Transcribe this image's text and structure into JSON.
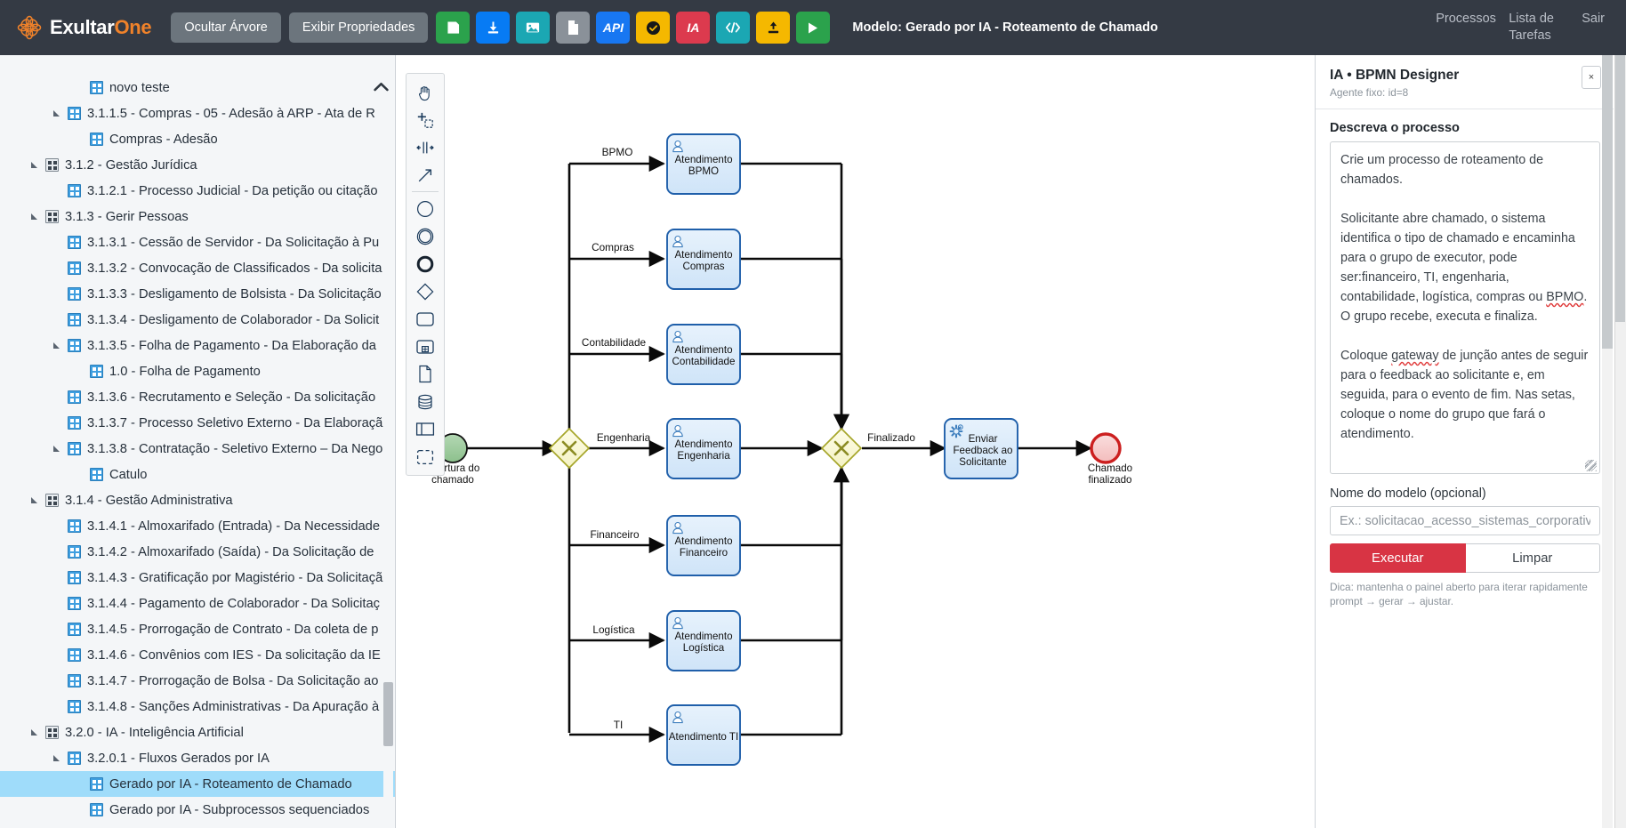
{
  "header": {
    "brand_name": "ExultarOne",
    "brand_name_part1": "Exultar",
    "brand_name_part2": "One",
    "brand_icon": "flower-logo-icon",
    "buttons": [
      {
        "label": "Ocultar Árvore",
        "name": "hide-tree-button"
      },
      {
        "label": "Exibir Propriedades",
        "name": "show-properties-button"
      }
    ],
    "icon_buttons": [
      {
        "name": "save-icon",
        "glyph": "floppy",
        "color": "#2ba24c",
        "label": ""
      },
      {
        "name": "download-icon",
        "glyph": "download",
        "color": "#077bf4",
        "label": ""
      },
      {
        "name": "export-image-icon",
        "glyph": "image",
        "color": "#1ba7b3",
        "label": ""
      },
      {
        "name": "document-icon",
        "glyph": "doc",
        "color": "#8a9199",
        "label": ""
      },
      {
        "name": "api-button",
        "glyph": "text",
        "color": "#1877f2",
        "label": "API"
      },
      {
        "name": "validate-icon",
        "glyph": "check-badge",
        "color": "#f5b800",
        "label": ""
      },
      {
        "name": "ia-button",
        "glyph": "text",
        "color": "#dc3a4e",
        "label": "IA"
      },
      {
        "name": "code-icon",
        "glyph": "code",
        "color": "#1ba7b3",
        "label": ""
      },
      {
        "name": "upload-icon",
        "glyph": "upload",
        "color": "#f5b800",
        "label": ""
      },
      {
        "name": "run-icon",
        "glyph": "play",
        "color": "#2ba24c",
        "label": ""
      }
    ],
    "model_title": "Modelo: Gerado por IA - Roteamento de Chamado",
    "nav": [
      {
        "label": "Processos",
        "name": "nav-processos"
      },
      {
        "label": "Lista de Tarefas",
        "name": "nav-lista-tarefas"
      },
      {
        "label": "Sair",
        "name": "nav-sair"
      }
    ]
  },
  "sidebar": {
    "scroll_up_icon": "chevron-up-icon",
    "items": [
      {
        "label": "novo teste",
        "indent": 3,
        "icon": "file",
        "twisty": "none",
        "selected": false
      },
      {
        "label": "3.1.1.5 - Compras - 05 - Adesão à ARP - Ata de R",
        "indent": 2,
        "icon": "file",
        "twisty": "expanded",
        "selected": false
      },
      {
        "label": "Compras - Adesão",
        "indent": 3,
        "icon": "file",
        "twisty": "none",
        "selected": false
      },
      {
        "label": "3.1.2 - Gestão Jurídica",
        "indent": 1,
        "icon": "folder",
        "twisty": "expanded",
        "selected": false
      },
      {
        "label": "3.1.2.1 - Processo Judicial - Da petição ou citação",
        "indent": 2,
        "icon": "file",
        "twisty": "none",
        "selected": false
      },
      {
        "label": "3.1.3 - Gerir Pessoas",
        "indent": 1,
        "icon": "folder",
        "twisty": "expanded",
        "selected": false
      },
      {
        "label": "3.1.3.1 - Cessão de Servidor - Da Solicitação à Pu",
        "indent": 2,
        "icon": "file",
        "twisty": "none",
        "selected": false
      },
      {
        "label": "3.1.3.2 - Convocação de Classificados - Da solicita",
        "indent": 2,
        "icon": "file",
        "twisty": "none",
        "selected": false
      },
      {
        "label": "3.1.3.3 - Desligamento de Bolsista - Da Solicitação",
        "indent": 2,
        "icon": "file",
        "twisty": "none",
        "selected": false
      },
      {
        "label": "3.1.3.4 - Desligamento de Colaborador - Da Solicit",
        "indent": 2,
        "icon": "file",
        "twisty": "none",
        "selected": false
      },
      {
        "label": "3.1.3.5 - Folha de Pagamento - Da Elaboração da",
        "indent": 2,
        "icon": "file",
        "twisty": "expanded",
        "selected": false
      },
      {
        "label": "1.0 - Folha de Pagamento",
        "indent": 3,
        "icon": "file",
        "twisty": "none",
        "selected": false
      },
      {
        "label": "3.1.3.6 - Recrutamento e Seleção - Da solicitação",
        "indent": 2,
        "icon": "file",
        "twisty": "none",
        "selected": false
      },
      {
        "label": "3.1.3.7 - Processo Seletivo Externo - Da Elaboraçã",
        "indent": 2,
        "icon": "file",
        "twisty": "none",
        "selected": false
      },
      {
        "label": "3.1.3.8 - Contratação - Seletivo Externo – Da Nego",
        "indent": 2,
        "icon": "file",
        "twisty": "expanded",
        "selected": false
      },
      {
        "label": "Catulo",
        "indent": 3,
        "icon": "file",
        "twisty": "none",
        "selected": false
      },
      {
        "label": "3.1.4 - Gestão Administrativa",
        "indent": 1,
        "icon": "folder",
        "twisty": "expanded",
        "selected": false
      },
      {
        "label": "3.1.4.1 - Almoxarifado (Entrada) - Da Necessidade",
        "indent": 2,
        "icon": "file",
        "twisty": "none",
        "selected": false
      },
      {
        "label": "3.1.4.2 - Almoxarifado (Saída) - Da Solicitação de",
        "indent": 2,
        "icon": "file",
        "twisty": "none",
        "selected": false
      },
      {
        "label": "3.1.4.3 - Gratificação por Magistério - Da Solicitaçã",
        "indent": 2,
        "icon": "file",
        "twisty": "none",
        "selected": false
      },
      {
        "label": "3.1.4.4 - Pagamento de Colaborador - Da Solicitaç",
        "indent": 2,
        "icon": "file",
        "twisty": "none",
        "selected": false
      },
      {
        "label": "3.1.4.5 - Prorrogação de Contrato - Da coleta de p",
        "indent": 2,
        "icon": "file",
        "twisty": "none",
        "selected": false
      },
      {
        "label": "3.1.4.6 - Convênios com IES - Da solicitação da IE",
        "indent": 2,
        "icon": "file",
        "twisty": "none",
        "selected": false
      },
      {
        "label": "3.1.4.7 - Prorrogação de Bolsa - Da Solicitação ao",
        "indent": 2,
        "icon": "file",
        "twisty": "none",
        "selected": false
      },
      {
        "label": "3.1.4.8 - Sanções Administrativas - Da Apuração à",
        "indent": 2,
        "icon": "file",
        "twisty": "none",
        "selected": false
      },
      {
        "label": "3.2.0 - IA - Inteligência Artificial",
        "indent": 1,
        "icon": "folder",
        "twisty": "expanded",
        "selected": false
      },
      {
        "label": "3.2.0.1 - Fluxos Gerados por IA",
        "indent": 2,
        "icon": "file",
        "twisty": "expanded",
        "selected": false
      },
      {
        "label": "Gerado por IA - Roteamento de Chamado",
        "indent": 3,
        "icon": "file",
        "twisty": "none",
        "selected": true
      },
      {
        "label": "Gerado por IA - Subprocessos sequenciados",
        "indent": 3,
        "icon": "file",
        "twisty": "none",
        "selected": false
      }
    ]
  },
  "palette": {
    "tools": [
      {
        "name": "hand-tool-icon",
        "title": "Activate hand tool"
      },
      {
        "name": "lasso-tool-icon",
        "title": "Activate lasso tool"
      },
      {
        "name": "space-tool-icon",
        "title": "Activate space tool"
      },
      {
        "name": "global-connect-icon",
        "title": "Activate global connect tool"
      },
      {
        "name": "start-event-icon",
        "title": "Create StartEvent"
      },
      {
        "name": "intermediate-event-icon",
        "title": "Create Intermediate/Boundary Event"
      },
      {
        "name": "end-event-icon",
        "title": "Create EndEvent"
      },
      {
        "name": "gateway-icon",
        "title": "Create Gateway"
      },
      {
        "name": "task-icon",
        "title": "Create Task"
      },
      {
        "name": "subprocess-icon",
        "title": "Create expanded SubProcess"
      },
      {
        "name": "data-object-icon",
        "title": "Create DataObjectReference"
      },
      {
        "name": "data-store-icon",
        "title": "Create DataStoreReference"
      },
      {
        "name": "participant-icon",
        "title": "Create Pool/Participant"
      },
      {
        "name": "group-icon",
        "title": "Create Group"
      }
    ]
  },
  "diagram": {
    "start_event": {
      "label": "Abertura do chamado",
      "fill": "#9ccb9c",
      "stroke": "#0e0e0e"
    },
    "end_event": {
      "label": "Chamado finalizado",
      "fill": "#f7c9c9",
      "stroke": "#cc1f1f"
    },
    "gateways": [
      {
        "name": "split-gateway",
        "type": "exclusive",
        "fill": "#fdfbd8",
        "stroke": "#a6a62a"
      },
      {
        "name": "join-gateway",
        "type": "exclusive",
        "fill": "#fdfbd8",
        "stroke": "#a6a62a"
      }
    ],
    "branches": [
      {
        "edge_label": "BPMO",
        "task": "Atendimento BPMO"
      },
      {
        "edge_label": "Compras",
        "task": "Atendimento Compras"
      },
      {
        "edge_label": "Contabilidade",
        "task": "Atendimento Contabilidade"
      },
      {
        "edge_label": "Engenharia",
        "task": "Atendimento Engenharia"
      },
      {
        "edge_label": "Financeiro",
        "task": "Atendimento Financeiro"
      },
      {
        "edge_label": "Logística",
        "task": "Atendimento Logística"
      },
      {
        "edge_label": "TI",
        "task": "Atendimento TI"
      }
    ],
    "join_out_label": "Finalizado",
    "feedback_task": "Enviar Feedback ao Solicitante",
    "task_fill": "#d7eafb",
    "task_stroke": "#1f5faa",
    "task_icon": "user-task-icon",
    "service_icon": "service-task-icon"
  },
  "right_panel": {
    "title": "IA • BPMN Designer",
    "subtitle": "Agente fixo: id=8",
    "close_label": "×",
    "prompt_label": "Descreva o processo",
    "prompt_p1": "Crie um processo de roteamento de chamados.",
    "prompt_p2_a": "Solicitante abre chamado, o sistema identifica o tipo de chamado e encaminha para o grupo de executor, pode ser:financeiro, TI, engenharia, contabilidade, logística, compras ou ",
    "prompt_p2_sq": "BPMO",
    "prompt_p2_b": ". O grupo recebe, executa e finaliza.",
    "prompt_p3_a": "Coloque ",
    "prompt_p3_sq": "gateway",
    "prompt_p3_b": " de junção antes de seguir para o feedback ao solicitante e, em seguida, para  o evento de fim. Nas setas, coloque o nome do grupo que fará o atendimento.",
    "name_label": "Nome do modelo (opcional)",
    "name_value": "",
    "name_placeholder": "Ex.: solicitacao_acesso_sistemas_corporativos",
    "execute_label": "Executar",
    "clear_label": "Limpar",
    "hint": "Dica: mantenha o painel aberto para iterar rapidamente prompt → gerar → ajustar.",
    "accent_color": "#d83444"
  }
}
